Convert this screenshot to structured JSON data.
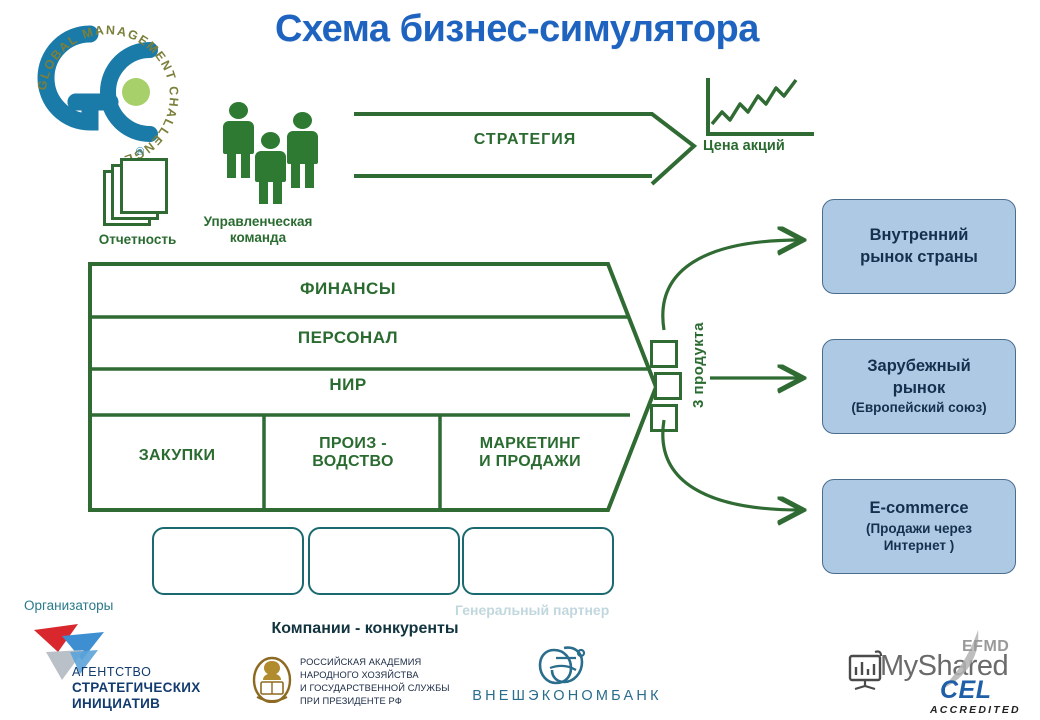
{
  "title": "Схема бизнес-симулятора",
  "logo": {
    "name": "Global Management Challenge",
    "ring_text": "GLOBAL MANAGEMENT CHALLENGE",
    "mark": "GC",
    "registered": "®",
    "blue": "#1a7aa8",
    "green_dot": "#a8d06a"
  },
  "inputs": {
    "reporting_label": "Отчетность",
    "team_label_line1": "Управленческая",
    "team_label_line2": "команда"
  },
  "strategy": {
    "label": "СТРАТЕГИЯ",
    "outcome_label": "Цена акций",
    "chart_type": "line-up"
  },
  "company": {
    "rows": [
      "ФИНАНСЫ",
      "ПЕРСОНАЛ",
      "НИР"
    ],
    "columns": [
      {
        "line1": "ЗАКУПКИ",
        "line2": ""
      },
      {
        "line1": "ПРОИЗ -",
        "line2": "ВОДСТВО"
      },
      {
        "line1": "МАРКЕТИНГ",
        "line2": "И ПРОДАЖИ"
      }
    ]
  },
  "products": {
    "label": "3 продукта",
    "count": 3
  },
  "markets": [
    {
      "main_line1": "Внутренний",
      "main_line2": "рынок страны",
      "sub": ""
    },
    {
      "main_line1": "Зарубежный",
      "main_line2": "рынок",
      "sub": "(Европейский  союз)"
    },
    {
      "main_line1": "E-commerce",
      "main_line2": "",
      "sub_line1": "(Продажи  через",
      "sub_line2": "Интернет  )"
    }
  ],
  "competitors": {
    "label": "Компании - конкуренты",
    "boxes": 3,
    "faded_text": "Генеральный партнер"
  },
  "footer": {
    "organizers_label": "Организаторы",
    "asi": {
      "line1": "АГЕНТСТВО",
      "line2": "СТРАТЕГИЧЕСКИХ",
      "line3": "ИНИЦИАТИВ"
    },
    "ranepa": {
      "line1": "РОССИЙСКАЯ АКАДЕМИЯ",
      "line2": "НАРОДНОГО ХОЗЯЙСТВА",
      "line3": "И ГОСУДАРСТВЕННОЙ СЛУЖБЫ",
      "line4": "ПРИ ПРЕЗИДЕНТЕ РФ"
    },
    "veb": {
      "name": "ВНЕШЭКОНОМБАНК",
      "monogram": "ВБ"
    },
    "watermark": "MyShared",
    "efmd": {
      "org": "EFMD",
      "program": "CEL",
      "status": "ACCREDITED"
    }
  },
  "colors": {
    "green": "#2f6b33",
    "green_text": "#2a6b30",
    "title_blue": "#1e63c0",
    "market_fill": "#adc9e3",
    "market_border": "#4a6d8c",
    "market_text": "#14304d",
    "competitor_border": "#19696e"
  }
}
